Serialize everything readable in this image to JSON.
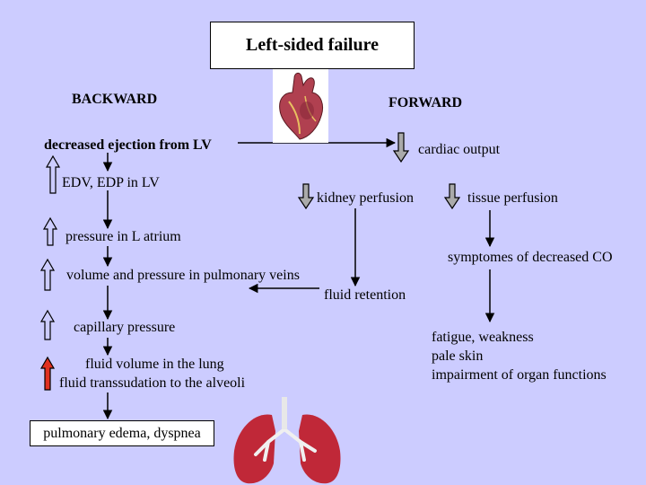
{
  "title": "Left-sided failure",
  "backward_label": "BACKWARD",
  "forward_label": "FORWARD",
  "left_chain": {
    "decreased_ejection": "decreased ejection from LV",
    "edv_edp": "EDV, EDP in LV",
    "pressure_atrium": "pressure in L atrium",
    "pulmonary_veins": "volume and pressure in pulmonary veins",
    "capillary_pressure": "capillary pressure",
    "fluid_volume": "fluid volume in the lung",
    "transsudation": "fluid transsudation to the alveoli",
    "edema": "pulmonary edema, dyspnea"
  },
  "right_chain": {
    "cardiac_output": "cardiac output",
    "kidney_perfusion": "kidney perfusion",
    "tissue_perfusion": "tissue perfusion",
    "fluid_retention": "fluid retention",
    "symptoms_co": "symptomes of decreased CO",
    "fatigue": "fatigue, weakness",
    "pale_skin": "pale skin",
    "organ_impairment": "impairment of organ functions"
  },
  "colors": {
    "background": "#ccccff",
    "up_arrow_default": "#ccccff",
    "up_arrow_highlight": "#e03020",
    "down_arrow_fill": "#aaaaaa",
    "heart": "#b04050",
    "lungs": "#c02838"
  },
  "icons": [
    "heart-icon",
    "lungs-icon"
  ]
}
